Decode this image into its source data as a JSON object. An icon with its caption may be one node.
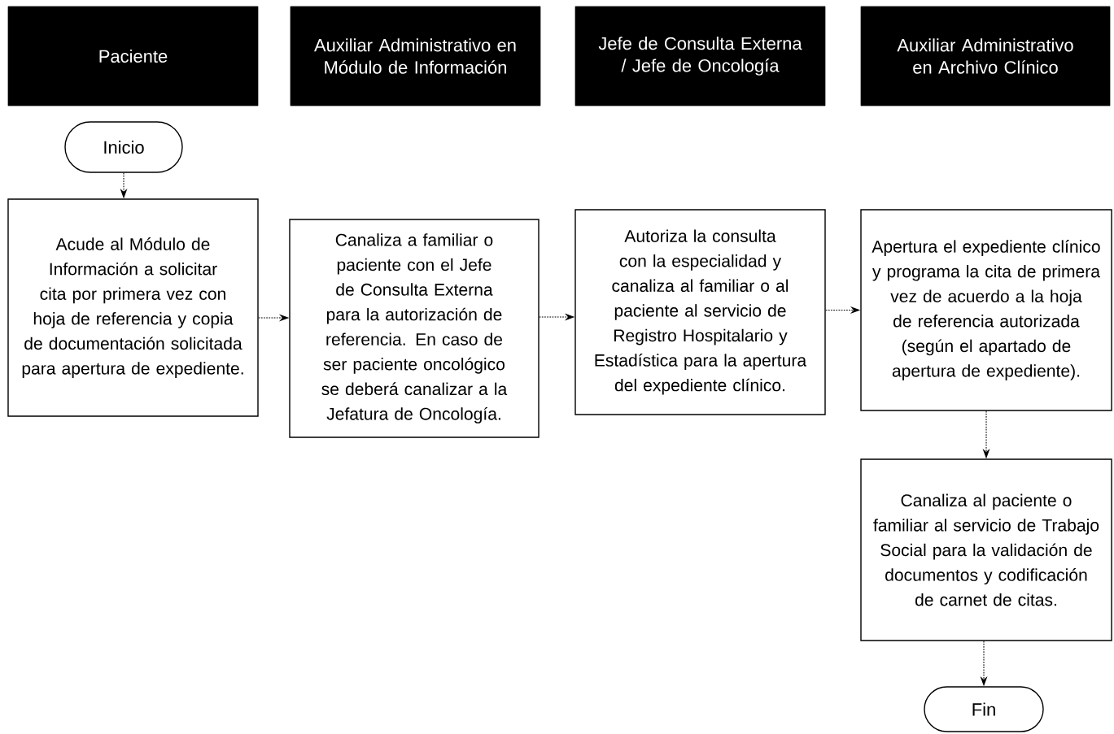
{
  "diagram": {
    "nodes": [
      {
        "text": [
          "Paciente"
        ]
      },
      {
        "text": [
          "Auxiliar Administrativo en Módulo de Información"
        ]
      },
      {
        "text": [
          "Jefe de Consulta Externa / Jefe de Oncología"
        ]
      },
      {
        "text": [
          "Auxiliar Administrativo en Archivo Clínico"
        ]
      },
      {
        "text": [
          "Inicio"
        ]
      },
      {
        "text": [
          "Acude al Módulo de Información a solicitar cita por primera vez con hoja de referencia y copia de documentación solicitada para apertura de expediente."
        ]
      },
      {
        "text": [
          "Canaliza a familiar o paciente con el Jefe de Consulta Externa para la autorización de referencia. En caso de ser paciente oncológico se deberá canalizar a la Jefatura de Oncología."
        ]
      },
      {
        "text": [
          "Autoriza la consulta con la especialidad y canaliza al familiar o al paciente al servicio de Registro Hospitalario y Estadística para la apertura del expediente clínico."
        ]
      },
      {
        "text": [
          "Apertura el expediente clínico y programa la cita de primera vez de acuerdo a la hoja de referencia autorizada (según el apartado de apertura de expediente)."
        ]
      },
      {
        "text": [
          "Canaliza al paciente o familiar al servicio de Trabajo Social para la validación de documentos y codificación de carnet de citas."
        ]
      },
      {
        "text": [
          "Fin"
        ]
      }
    ],
    "edges": [
      {
        "from": 4,
        "to": 5,
        "arrow": "to",
        "style": "dashed"
      },
      {
        "from": 5,
        "to": 6,
        "arrow": "to",
        "style": "dashed"
      },
      {
        "from": 6,
        "to": 7,
        "arrow": "to",
        "style": "dashed"
      },
      {
        "from": 7,
        "to": 8,
        "arrow": "to",
        "style": "dashed"
      },
      {
        "from": 8,
        "to": 9,
        "arrow": "to",
        "style": "dashed"
      },
      {
        "from": 9,
        "to": 10,
        "arrow": "to",
        "style": "dashed"
      }
    ]
  }
}
